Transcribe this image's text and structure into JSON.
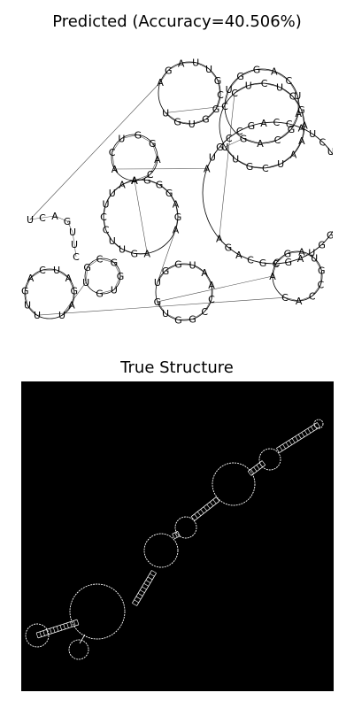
{
  "top_panel": {
    "title": "Predicted (Accuracy=40.506%)",
    "sequence": "CUUGACUAGAUUGCGGUGUCUGGACUAGCAGUUGCUAAAGCUCUCAGACGCGAUGGUUGUGGUCUACCAGCCGUAACUGGACAAGUUCCUUAAGGGAGAUGGUAACCGGUGACGAUGCCA"
  },
  "bottom_panel": {
    "title": "True Structure"
  },
  "colors": {
    "background": "#ffffff",
    "panel_bg": "#000000",
    "ink": "#000000",
    "line": "#ffffff"
  }
}
